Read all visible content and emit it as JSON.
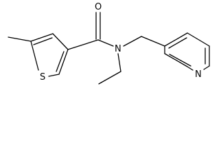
{
  "molecule": {
    "atoms": [
      {
        "id": "S1",
        "label": "S"
      },
      {
        "id": "O1",
        "label": "O"
      },
      {
        "id": "N1",
        "label": "N"
      },
      {
        "id": "N2",
        "label": "N"
      }
    ]
  }
}
